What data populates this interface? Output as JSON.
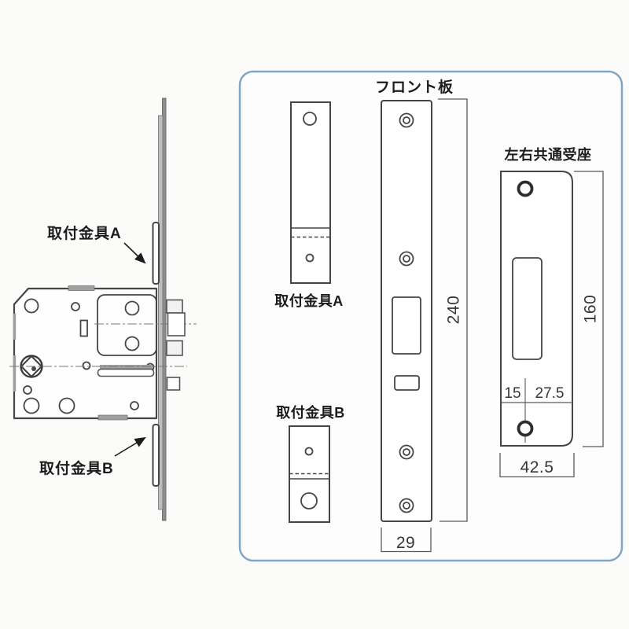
{
  "labels": {
    "front_plate": "フロント板",
    "strike_plate": "左右共通受座",
    "bracket_a": "取付金具A",
    "bracket_b": "取付金具B"
  },
  "side_view": {
    "bracket_a": "取付金具A",
    "bracket_b": "取付金具B"
  },
  "dimensions": {
    "front_plate_height_mm": "240",
    "front_plate_width_mm": "29",
    "strike_height_mm": "160",
    "strike_width_mm": "42.5",
    "strike_edge_to_center_mm": "15",
    "strike_center_to_edge_mm": "27.5"
  },
  "colors": {
    "panel_border": "#7fa6c5",
    "outline": "#454545",
    "metal_gray": "#9f9f9f"
  }
}
